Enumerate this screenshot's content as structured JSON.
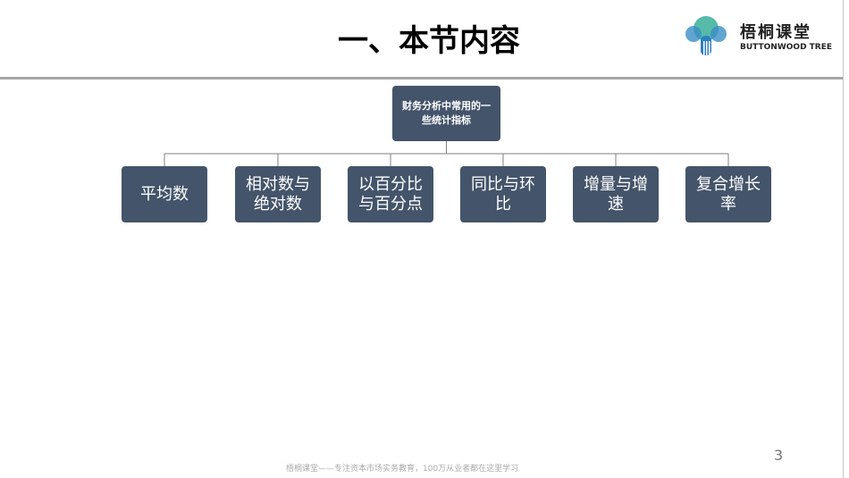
{
  "header": {
    "title": "一、本节内容",
    "logo": {
      "name": "梧桐课堂",
      "subtitle": "BUTTONWOOD TREE"
    }
  },
  "diagram": {
    "root": "财务分析中常用的一些统计指标",
    "children": [
      "平均数",
      "相对数与绝对数",
      "以百分比与百分点",
      "同比与环比",
      "增量与增速",
      "复合增长率"
    ],
    "box_color": "#44546a"
  },
  "footer": {
    "text": "梧桐课堂——专注资本市场实务教育，100万从业者都在这里学习",
    "page_number": "3"
  }
}
